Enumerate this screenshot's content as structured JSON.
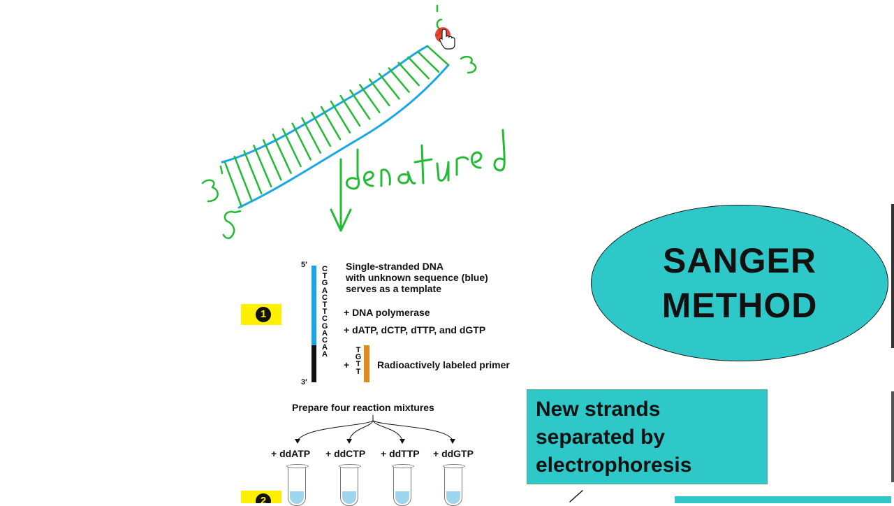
{
  "colors": {
    "template_blue": "#1aa6e8",
    "primer_black": "#111111",
    "primer_orange": "#e08a1e",
    "badge_yellow": "#ffef00",
    "oval_fill": "#2ec8c8",
    "box_fill": "#2ec8c8",
    "ink_green": "#22bb33",
    "ink_blue": "#1aa6e8",
    "cursor_red": "#e8261c"
  },
  "annotation": {
    "label_5_top": "5",
    "label_3_right": "3",
    "label_3_left": "3'",
    "label_5_left": "5",
    "denatured": "denatured",
    "icon": "hand-cursor-icon"
  },
  "figure": {
    "five_prime": "5′",
    "three_prime": "3′",
    "sequence": [
      "C",
      "T",
      "G",
      "A",
      "C",
      "T",
      "T",
      "C",
      "G",
      "A",
      "C",
      "A",
      "A"
    ],
    "primer_sequence": [
      "T",
      "G",
      "T",
      "T"
    ],
    "template_lines": [
      "Single-stranded DNA",
      "with unknown sequence (blue)",
      "serves as a template"
    ],
    "polymerase": "+ DNA polymerase",
    "dntps": "+ dATP, dCTP, dTTP, and dGTP",
    "primer_plus": "+",
    "primer_label": "Radioactively labeled primer",
    "step1": "1",
    "step2": "2",
    "prepare": "Prepare four reaction mixtures",
    "tubes": [
      "+ ddATP",
      "+ ddCTP",
      "+ ddTTP",
      "+ ddGTP"
    ]
  },
  "title": {
    "line1": "SANGER",
    "line2": "METHOD"
  },
  "box": {
    "line1": "New strands",
    "line2": "separated by",
    "line3": "electrophoresis"
  }
}
